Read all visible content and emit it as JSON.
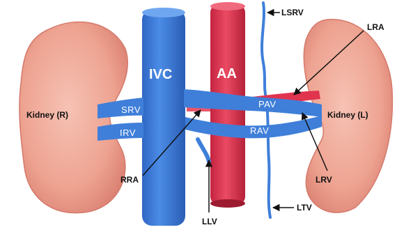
{
  "diagram": {
    "labels": {
      "ivc": "IVC",
      "aa": "AA",
      "kidney_r": "Kidney (R)",
      "kidney_l": "Kidney (L)",
      "srv": "SRV",
      "irv": "IRV",
      "pav": "PAV",
      "rav": "RAV",
      "lsrv": "LSRV",
      "lra": "LRA",
      "rra": "RRA",
      "lrv": "LRV",
      "llv": "LLV",
      "ltv": "LTV"
    },
    "colors": {
      "vein": "#3f7fd9",
      "vein_dark": "#2a5db4",
      "artery": "#e0344f",
      "artery_dark": "#b8233c",
      "kidney": "#efa696",
      "kidney_dark": "#d8786c",
      "arrow": "#111111"
    }
  }
}
